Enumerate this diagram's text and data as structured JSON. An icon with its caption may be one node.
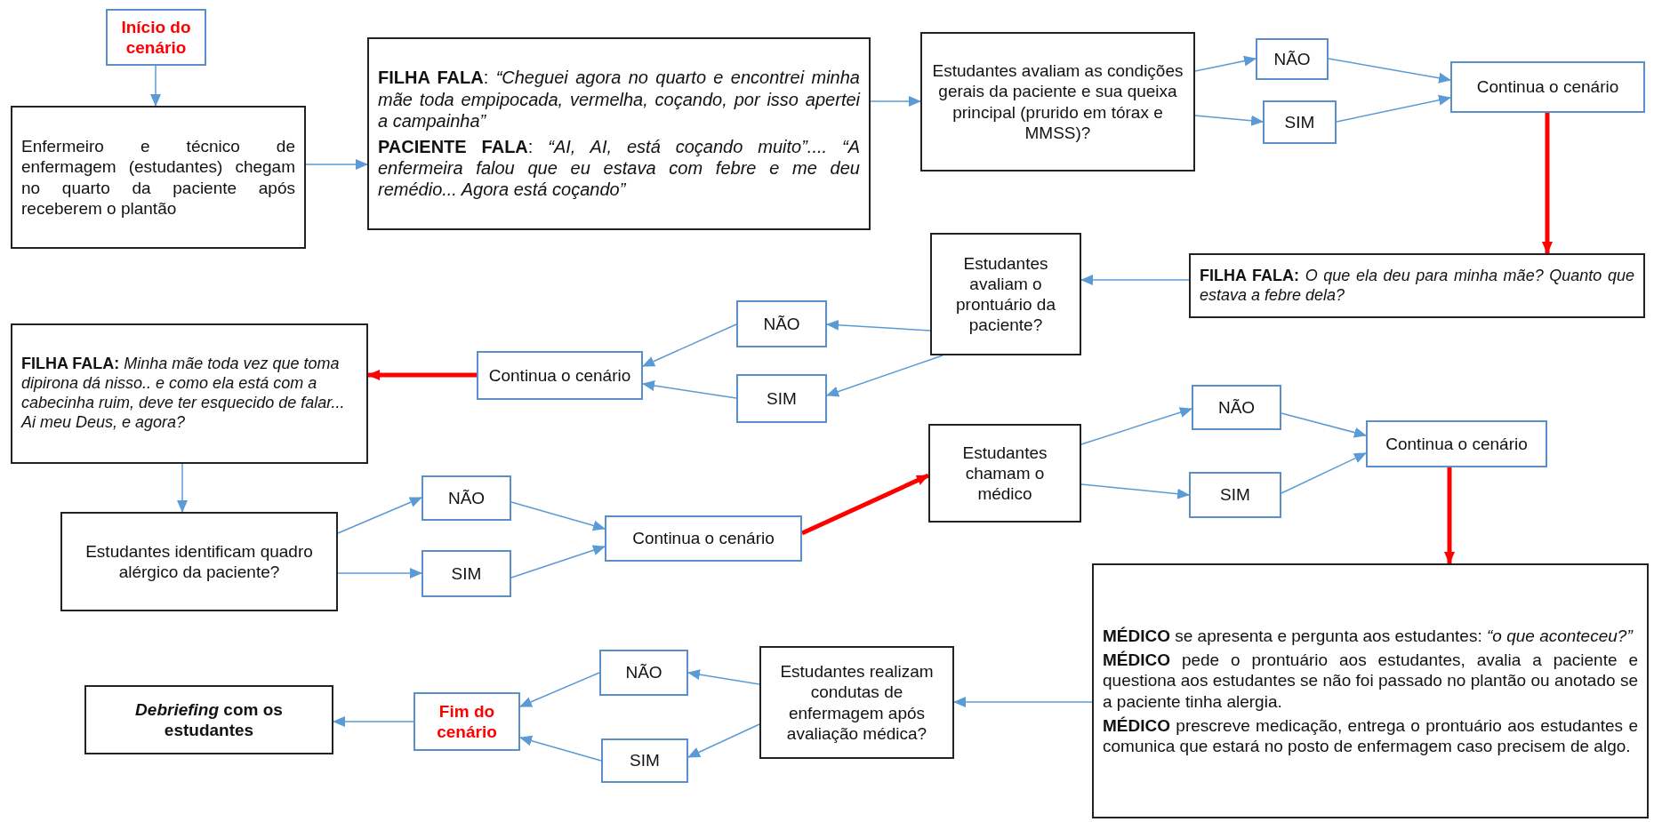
{
  "diagram": {
    "nodes": [
      {
        "text": [
          "Início do cenário"
        ]
      },
      {
        "text": [
          "Enfermeiro e técnico de enfermagem (estudantes) chegam no quarto da paciente após receberem o plantão"
        ]
      },
      {
        "text": [
          "**FILHA FALA**: *“Cheguei agora no quarto e encontrei minha mãe toda empipocada, vermelha, coçando, por isso apertei a campainha”*",
          "**PACIENTE FALA**: *“AI, AI, está coçando muito”.... “A enfermeira falou que eu estava com febre e me deu remédio... Agora está coçando”*"
        ]
      },
      {
        "text": [
          "Estudantes avaliam as condições gerais da paciente e sua queixa principal (prurido em tórax e MMSS)?"
        ]
      },
      {
        "text": [
          "NÃO"
        ]
      },
      {
        "text": [
          "SIM"
        ]
      },
      {
        "text": [
          "Continua o cenário"
        ]
      },
      {
        "text": [
          "**FILHA FALA:** *O que ela deu para minha mãe? Quanto que estava a febre dela?*"
        ]
      },
      {
        "text": [
          "Estudantes avaliam o prontuário da paciente?"
        ]
      },
      {
        "text": [
          "NÃO"
        ]
      },
      {
        "text": [
          "SIM"
        ]
      },
      {
        "text": [
          "Continua o cenário"
        ]
      },
      {
        "text": [
          "**FILHA FALA:** *Minha mãe toda vez que toma dipirona dá nisso.. e como ela está com a cabecinha ruim, deve ter esquecido de falar... Ai meu Deus, e agora?*"
        ]
      },
      {
        "text": [
          "Estudantes identificam quadro alérgico da paciente?"
        ]
      },
      {
        "text": [
          "NÃO"
        ]
      },
      {
        "text": [
          "SIM"
        ]
      },
      {
        "text": [
          "Continua o cenário"
        ]
      },
      {
        "text": [
          "Estudantes chamam o médico"
        ]
      },
      {
        "text": [
          "NÃO"
        ]
      },
      {
        "text": [
          "SIM"
        ]
      },
      {
        "text": [
          "Continua o cenário"
        ]
      },
      {
        "text": [
          "**MÉDICO** se apresenta e pergunta aos estudantes: *“o que aconteceu?”*",
          "**MÉDICO** pede o prontuário aos estudantes, avalia a paciente e questiona aos estudantes se não foi passado no plantão ou anotado se a paciente tinha alergia.",
          "**MÉDICO** prescreve medicação, entrega o prontuário aos estudantes e comunica que estará no posto de enfermagem caso precisem de algo."
        ]
      },
      {
        "text": [
          "Estudantes realizam condutas de enfermagem após avaliação médica?"
        ]
      },
      {
        "text": [
          "NÃO"
        ]
      },
      {
        "text": [
          "SIM"
        ]
      },
      {
        "text": [
          "Fim do cenário"
        ]
      },
      {
        "text": [
          "*Debriefing* com os estudantes"
        ]
      }
    ],
    "edges": [
      {
        "from": 0,
        "to": 1,
        "arrow": "to"
      },
      {
        "from": 1,
        "to": 2,
        "arrow": "to"
      },
      {
        "from": 2,
        "to": 3,
        "arrow": "to"
      },
      {
        "from": 3,
        "to": 4,
        "arrow": "to"
      },
      {
        "from": 3,
        "to": 5,
        "arrow": "to"
      },
      {
        "from": 4,
        "to": 6,
        "arrow": "to"
      },
      {
        "from": 5,
        "to": 6,
        "arrow": "to"
      },
      {
        "from": 6,
        "to": 7,
        "arrow": "to",
        "style": "thick",
        "color": "#ff0000"
      },
      {
        "from": 7,
        "to": 8,
        "arrow": "to"
      },
      {
        "from": 8,
        "to": 9,
        "arrow": "to"
      },
      {
        "from": 8,
        "to": 10,
        "arrow": "to"
      },
      {
        "from": 9,
        "to": 11,
        "arrow": "to"
      },
      {
        "from": 10,
        "to": 11,
        "arrow": "to"
      },
      {
        "from": 11,
        "to": 12,
        "arrow": "to",
        "style": "thick",
        "color": "#ff0000"
      },
      {
        "from": 12,
        "to": 13,
        "arrow": "to"
      },
      {
        "from": 13,
        "to": 14,
        "arrow": "to"
      },
      {
        "from": 13,
        "to": 15,
        "arrow": "to"
      },
      {
        "from": 14,
        "to": 16,
        "arrow": "to"
      },
      {
        "from": 15,
        "to": 16,
        "arrow": "to"
      },
      {
        "from": 16,
        "to": 17,
        "arrow": "to",
        "style": "thick",
        "color": "#ff0000"
      },
      {
        "from": 17,
        "to": 18,
        "arrow": "to"
      },
      {
        "from": 17,
        "to": 19,
        "arrow": "to"
      },
      {
        "from": 18,
        "to": 20,
        "arrow": "to"
      },
      {
        "from": 19,
        "to": 20,
        "arrow": "to"
      },
      {
        "from": 20,
        "to": 21,
        "arrow": "to",
        "style": "thick",
        "color": "#ff0000"
      },
      {
        "from": 21,
        "to": 22,
        "arrow": "to"
      },
      {
        "from": 22,
        "to": 23,
        "arrow": "to"
      },
      {
        "from": 22,
        "to": 24,
        "arrow": "to"
      },
      {
        "from": 23,
        "to": 25,
        "arrow": "to"
      },
      {
        "from": 24,
        "to": 25,
        "arrow": "to"
      },
      {
        "from": 25,
        "to": 26,
        "arrow": "to"
      }
    ]
  }
}
